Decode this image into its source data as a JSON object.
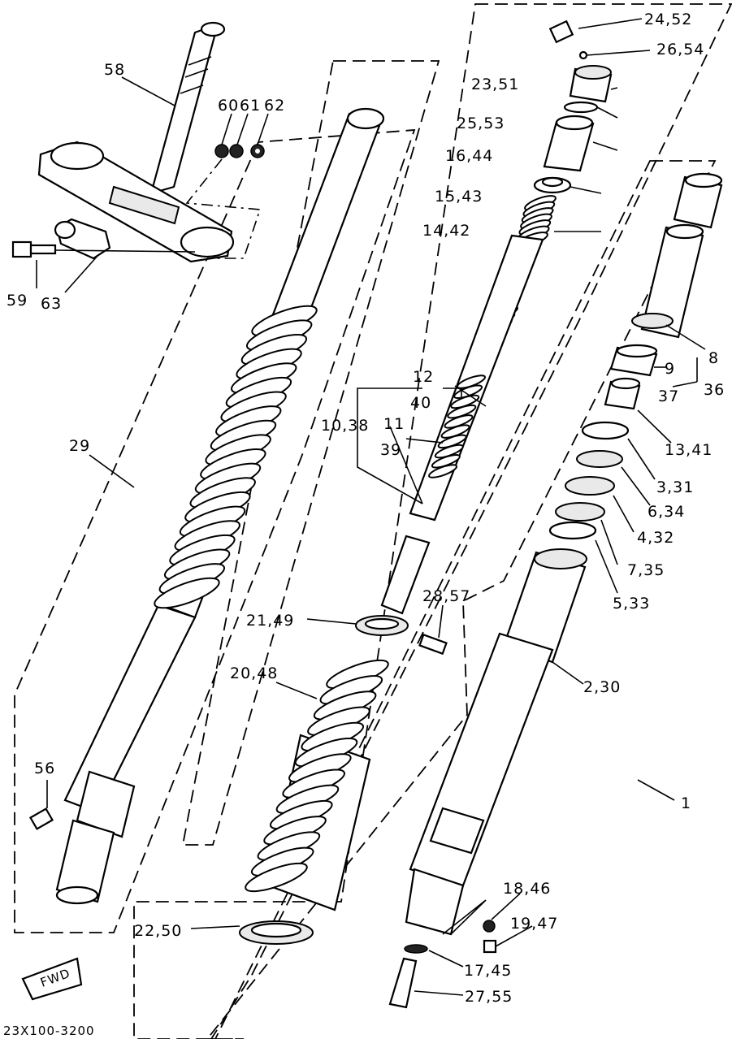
{
  "drawing_code": "23X100-3200",
  "fwd_badge": "FWD",
  "callouts": {
    "p24_52": "24,52",
    "p26_54": "26,54",
    "p23_51": "23,51",
    "p25_53": "25,53",
    "p16_44": "16,44",
    "p15_43": "15,43",
    "p14_42": "14,42",
    "p58": "58",
    "p60": "60",
    "p61": "61",
    "p62": "62",
    "p59": "59",
    "p63": "63",
    "p29": "29",
    "p12": "12",
    "p40": "40",
    "p10_38": "10,38",
    "p11": "11",
    "p39": "39",
    "p8": "8",
    "p36": "36",
    "p9": "9",
    "p37": "37",
    "p13_41": "13,41",
    "p3_31": "3,31",
    "p6_34": "6,34",
    "p4_32": "4,32",
    "p7_35": "7,35",
    "p5_33": "5,33",
    "p28_57": "28,57",
    "p21_49": "21,49",
    "p2_30": "2,30",
    "p20_48": "20,48",
    "p1": "1",
    "p56": "56",
    "p18_46": "18,46",
    "p19_47": "19,47",
    "p17_45": "17,45",
    "p22_50": "22,50",
    "p27_55": "27,55"
  }
}
